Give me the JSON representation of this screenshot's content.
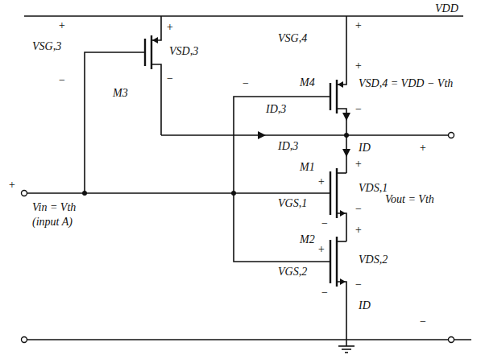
{
  "diagram": {
    "labels": [
      "VDD",
      "+",
      "VSG,3",
      "−",
      "+",
      "VSD,3",
      "−",
      "M3",
      "VSG,4",
      "−",
      "+",
      "VSD,4 = VDD − Vth",
      "+",
      "−",
      "M4",
      "ID,3",
      "ID,3",
      "ID",
      "M1",
      "+",
      "VDS,1",
      "−",
      "+",
      "VGS,1",
      "−",
      "M2",
      "+",
      "VDS,2",
      "−",
      "+",
      "VGS,2",
      "−",
      "ID",
      "Vout = Vth",
      "+",
      "−",
      "+",
      "Vin = Vth",
      "(input A)"
    ]
  }
}
